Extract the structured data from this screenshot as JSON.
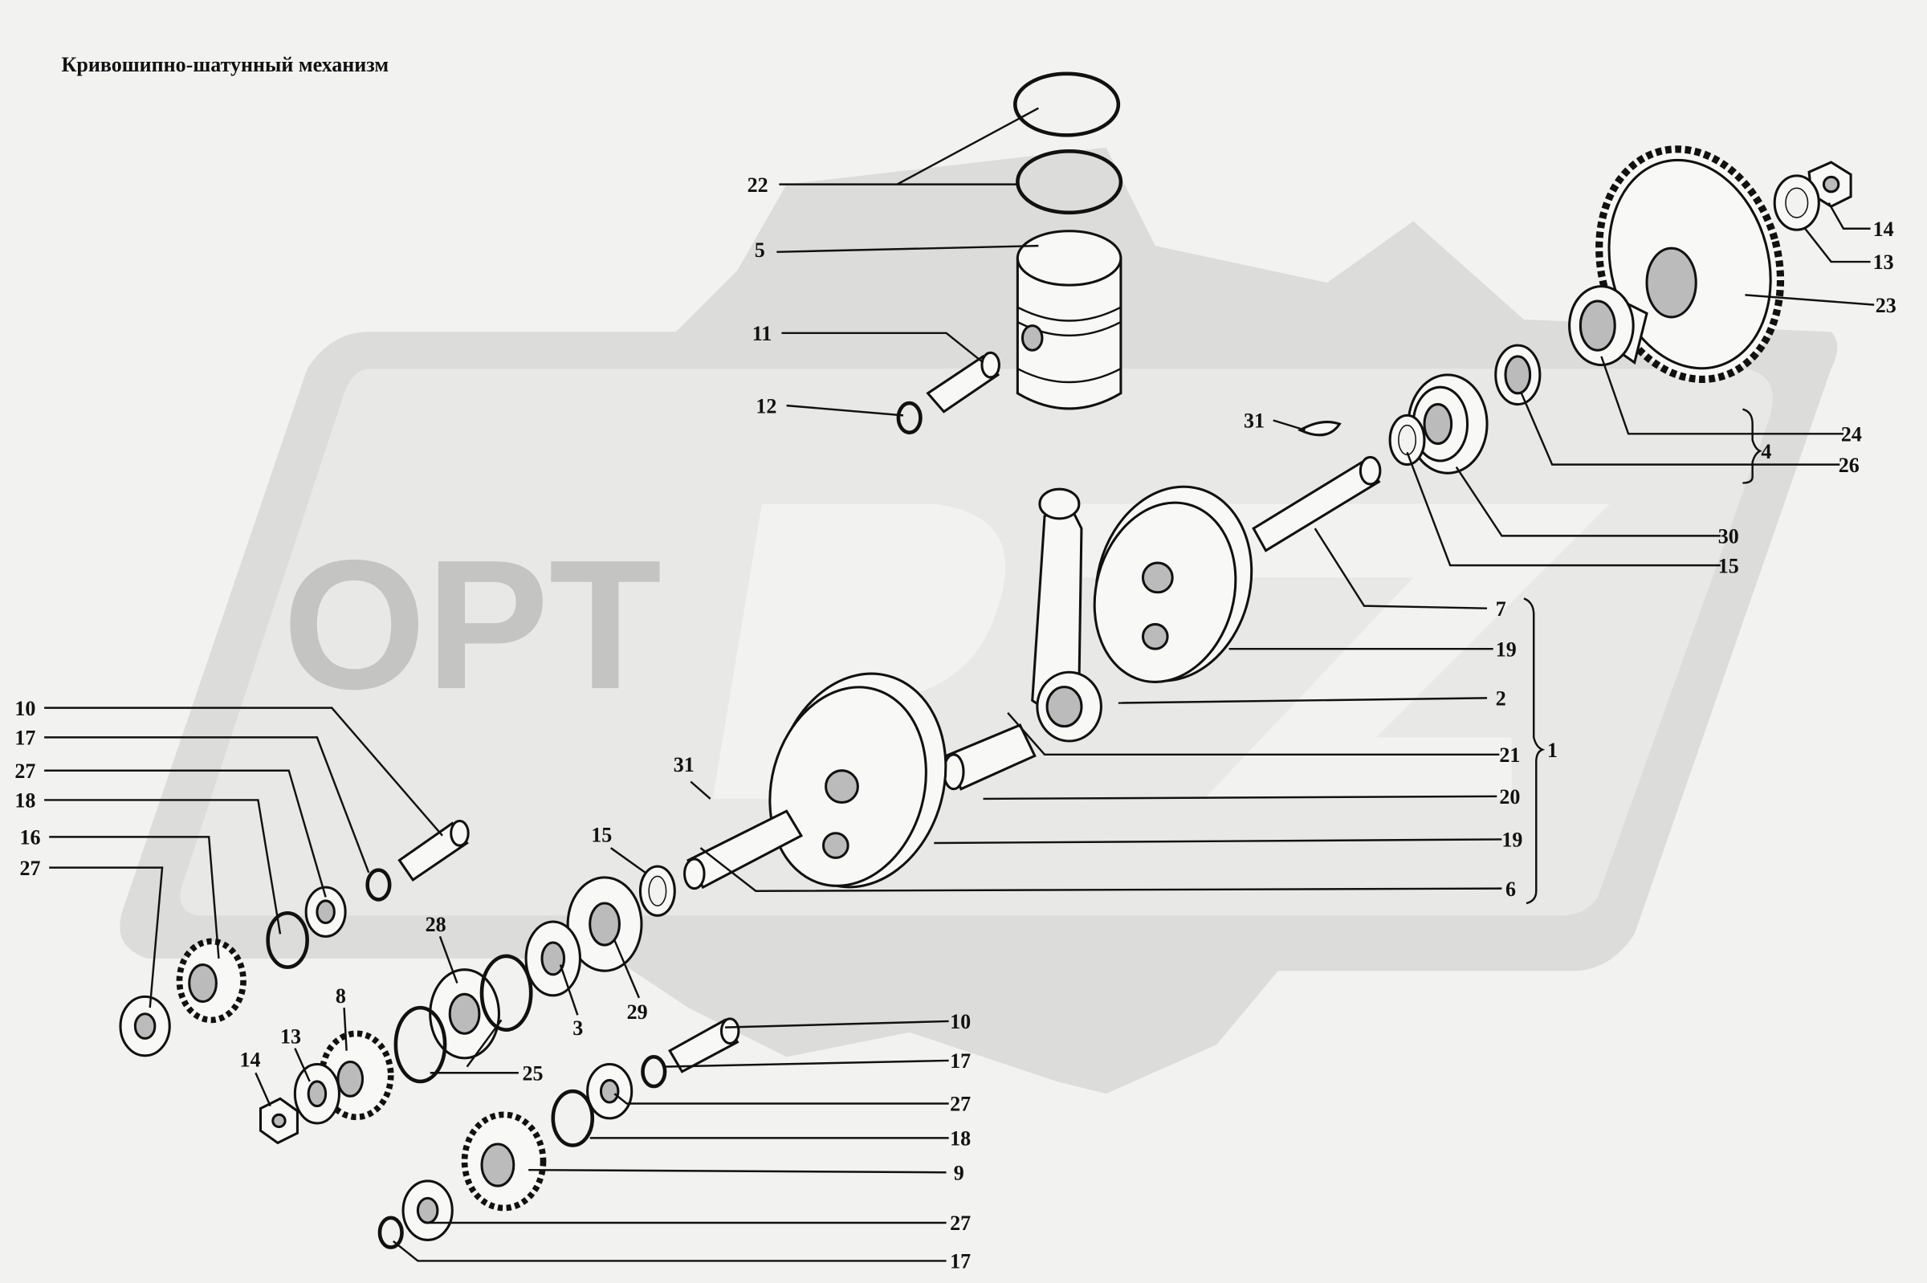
{
  "title": "Кривошипно-шатунный механизм",
  "watermark_text": "OPT",
  "callouts": [
    "22",
    "5",
    "11",
    "12",
    "31",
    "14",
    "13",
    "23",
    "24",
    "26",
    "4",
    "30",
    "15",
    "7",
    "19",
    "2",
    "21",
    "20",
    "19",
    "6",
    "1",
    "10",
    "17",
    "27",
    "18",
    "16",
    "27",
    "31",
    "15",
    "28",
    "8",
    "13",
    "14",
    "3",
    "29",
    "25",
    "10",
    "17",
    "27",
    "18",
    "9",
    "27",
    "17"
  ],
  "colors": {
    "background": "#f2f2f0",
    "watermark": "#dcdcda",
    "ink": "#111111"
  }
}
